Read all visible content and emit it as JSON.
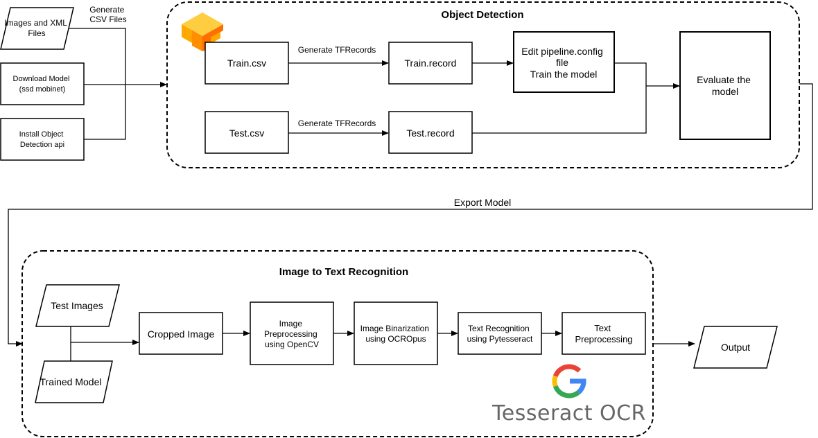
{
  "sections": {
    "object_detection": {
      "title": "Object Detection"
    },
    "text_recognition": {
      "title": "Image to Text Recognition"
    }
  },
  "nodes": {
    "images_xml": {
      "line1": "Images and XML",
      "line2": "Files"
    },
    "download_model": {
      "line1": "Download Model",
      "line2": "(ssd mobinet)"
    },
    "install_api": {
      "line1": "Install Object",
      "line2": "Detection api"
    },
    "train_csv": {
      "label": "Train.csv"
    },
    "train_record": {
      "label": "Train.record"
    },
    "test_csv": {
      "label": "Test.csv"
    },
    "test_record": {
      "label": "Test.record"
    },
    "edit_pipeline": {
      "line1": "Edit pipeline.config",
      "line2": "file",
      "line3": "Train the model"
    },
    "evaluate": {
      "line1": "Evaluate the",
      "line2": "model"
    },
    "test_images": {
      "label": "Test Images"
    },
    "trained_model": {
      "label": "Trained Model"
    },
    "cropped_image": {
      "label": "Cropped Image"
    },
    "preprocessing": {
      "line1": "Image",
      "line2": "Preprocessing",
      "line3": "using OpenCV"
    },
    "binarization": {
      "line1": "Image Binarization",
      "line2": "using OCROpus"
    },
    "text_recognition_step": {
      "line1": "Text Recognition",
      "line2": "using Pytesseract"
    },
    "text_preprocessing": {
      "line1": "Text",
      "line2": "Preprocessing"
    },
    "output": {
      "label": "Output"
    }
  },
  "edges": {
    "generate_csv": {
      "line1": "Generate",
      "line2": "CSV Files"
    },
    "generate_tfrecords_train": {
      "label": "Generate TFRecords"
    },
    "generate_tfrecords_test": {
      "label": "Generate TFRecords"
    },
    "export_model": {
      "label": "Export Model"
    }
  },
  "logos": {
    "tensorflow": {
      "icon": "tensorflow-logo-icon",
      "colors": [
        "#FF6F00",
        "#FFA800",
        "#FFCD40"
      ]
    },
    "tesseract": {
      "icon": "google-g-logo-icon",
      "label": "Tesseract OCR",
      "colors": [
        "#4285F4",
        "#EA4335",
        "#FBBC05",
        "#34A853"
      ]
    }
  }
}
